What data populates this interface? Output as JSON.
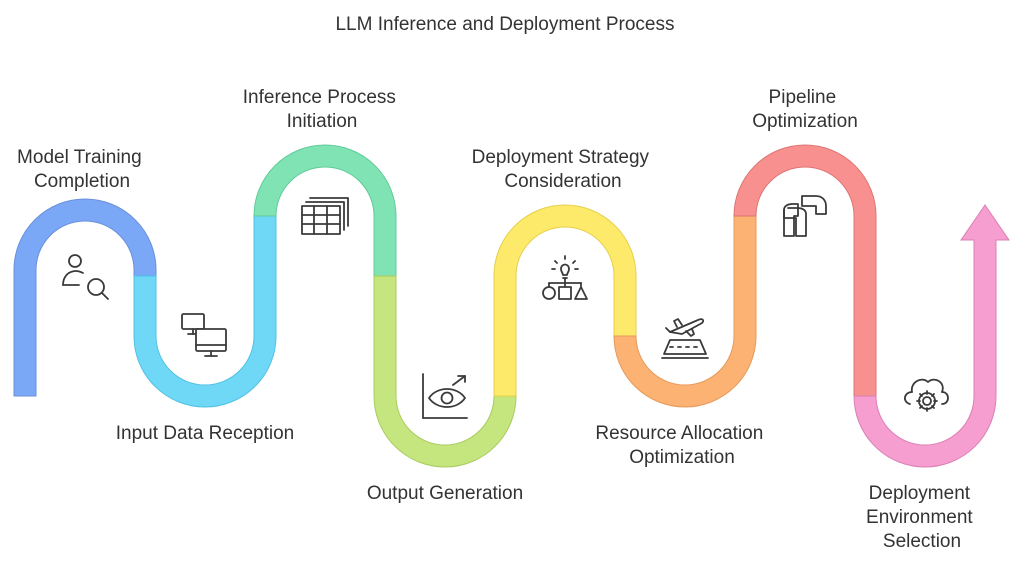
{
  "title": "LLM Inference and Deployment Process",
  "steps": [
    {
      "label_lines": [
        "Model Training",
        "Completion"
      ],
      "icon": "user-search-icon",
      "color": "#7BA7F7"
    },
    {
      "label_lines": [
        "Input Data Reception"
      ],
      "icon": "computers-icon",
      "color": "#6FD8F7"
    },
    {
      "label_lines": [
        "Inference Process",
        "Initiation"
      ],
      "icon": "table-stack-icon",
      "color": "#80E3B3"
    },
    {
      "label_lines": [
        "Output Generation"
      ],
      "icon": "eye-chart-icon",
      "color": "#C5E67E"
    },
    {
      "label_lines": [
        "Deployment Strategy",
        "Consideration"
      ],
      "icon": "idea-shapes-icon",
      "color": "#FDE96A"
    },
    {
      "label_lines": [
        "Resource Allocation",
        "Optimization"
      ],
      "icon": "airplane-runway-icon",
      "color": "#FCB272"
    },
    {
      "label_lines": [
        "Pipeline",
        "Optimization"
      ],
      "icon": "pipeline-icon",
      "color": "#F7908E"
    },
    {
      "label_lines": [
        "Deployment",
        "Environment",
        "Selection"
      ],
      "icon": "cloud-gear-icon",
      "color": "#F59ECF"
    }
  ]
}
